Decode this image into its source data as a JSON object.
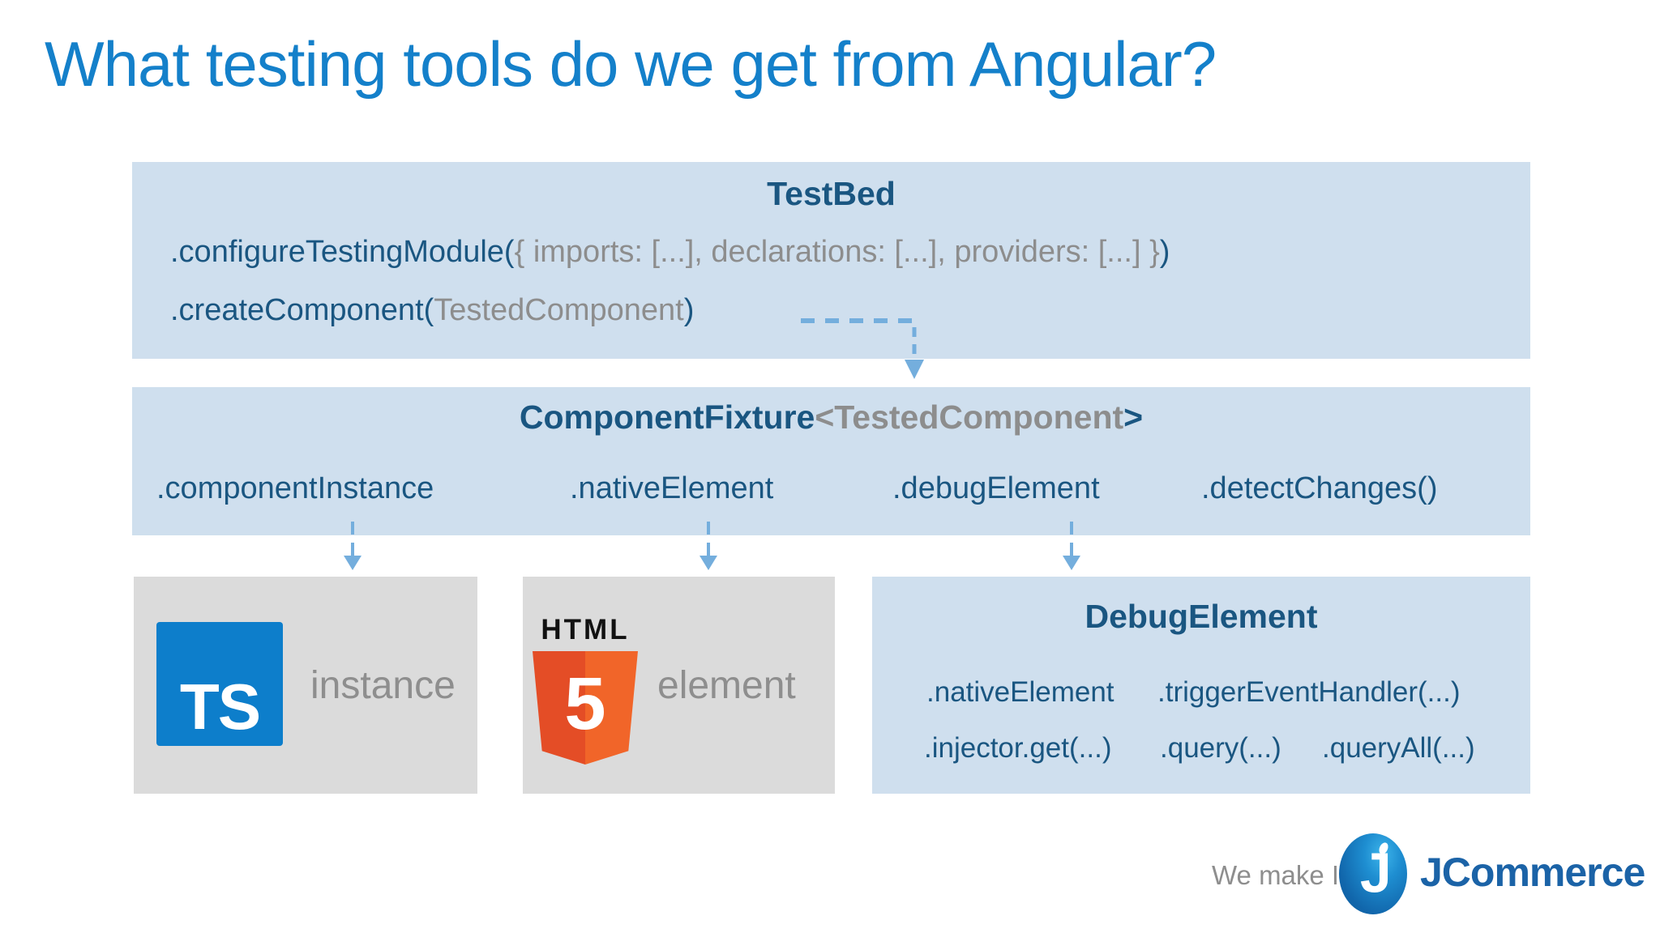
{
  "slide": {
    "title": "What testing tools do we get from Angular?"
  },
  "testbed": {
    "title": "TestBed",
    "line1": {
      "blue_start": ".configureTestingModule(",
      "gray": "{ imports: [...], declarations: [...], providers: [...] }",
      "blue_end": ")"
    },
    "line2": {
      "blue_start": ".createComponent(",
      "gray": "TestedComponent",
      "blue_end": ")"
    }
  },
  "fixture": {
    "title_blue": "ComponentFixture",
    "title_gray": "<TestedComponent",
    "title_blue_end": ">",
    "members": [
      ".componentInstance",
      ".nativeElement",
      ".debugElement",
      ".detectChanges()"
    ]
  },
  "instance_box": {
    "logo_text": "TS",
    "label": "instance"
  },
  "element_box": {
    "logo_text": "HTML",
    "logo_number": "5",
    "label": "element"
  },
  "debug_box": {
    "title": "DebugElement",
    "row1": [
      ".nativeElement",
      ".triggerEventHandler(...)"
    ],
    "row2": [
      ".injector.get(...)",
      ".query(...)",
      ".queryAll(...)"
    ]
  },
  "footer": {
    "tagline": "We make IT",
    "logo_letter": "J",
    "brand": "JCommerce"
  },
  "colors": {
    "title_blue": "#1480ca",
    "dark_blue_text": "#1a5681",
    "gray_text": "#8d8d8d",
    "light_blue_box": "#cfdfee",
    "gray_box": "#dbdbdb",
    "arrow_blue": "#74aedd",
    "typescript_blue": "#0d7ecb",
    "html5_orange_dark": "#e44d26",
    "html5_orange_light": "#f16529",
    "jcommerce_blue": "#1b63a7"
  }
}
